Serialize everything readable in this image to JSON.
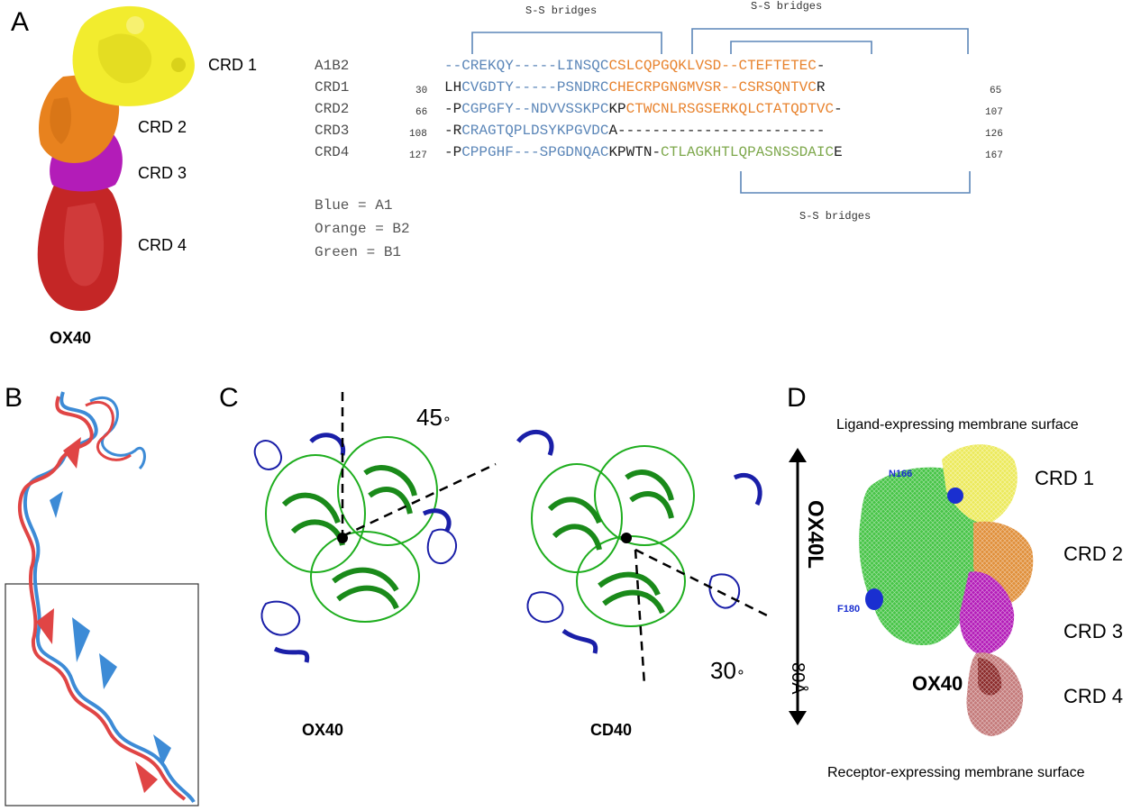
{
  "panels": {
    "a": "A",
    "b": "B",
    "c": "C",
    "d": "D"
  },
  "panel_a": {
    "crd_labels": [
      "CRD 1",
      "CRD 2",
      "CRD 3",
      "CRD 4"
    ],
    "protein_label": "OX40",
    "bridge_labels": [
      "S-S bridges",
      "S-S bridges",
      "S-S bridges"
    ],
    "rows": [
      {
        "label": "A1B2",
        "num_left": "",
        "blue": "--CREKQY-----LINSQC",
        "black1": "",
        "orange": "CSLCQPGQKLVSD--CTEFTETEC",
        "black2": "-",
        "num_right": ""
      },
      {
        "label": "CRD1",
        "num_left": "30",
        "blue": "CVGDTY-----PSNDRC",
        "prefix": "LH",
        "black1": "",
        "orange": "CHECRPGNGMVSR--CSRSQNTVC",
        "black2": "R",
        "num_right": "65"
      },
      {
        "label": "CRD2",
        "num_left": "66",
        "blue": "CGPGFY--NDVVSSKPC",
        "prefix": "-P",
        "black1": "KP",
        "orange": "CTWCNLRSGSERKQLCTATQDTVC",
        "black2": "-",
        "num_right": "107"
      },
      {
        "label": "CRD3",
        "num_left": "108",
        "blue": "CRAGTQPLDSYKPGVDC",
        "prefix": "-R",
        "black1": "A------------------------",
        "orange": "",
        "black2": "",
        "num_right": "126"
      },
      {
        "label": "CRD4",
        "num_left": "127",
        "blue": "CPPGHF---SPGDNQAC",
        "prefix": "-P",
        "black1": "KPWTN-",
        "green": "CTLAGKHTLQPASNSSDAIC",
        "black2": "E",
        "num_right": "167"
      }
    ],
    "legend": [
      "Blue = A1",
      "Orange = B2",
      "Green = B1"
    ]
  },
  "panel_c": {
    "angle_left": "45",
    "angle_right": "30",
    "label_left": "OX40",
    "label_right": "CD40"
  },
  "panel_d": {
    "top_text": "Ligand-expressing membrane surface",
    "bottom_text": "Receptor-expressing membrane surface",
    "ligand_label": "OX40L",
    "receptor_label": "OX40",
    "distance": "80Å",
    "residues": [
      "N166",
      "F180"
    ],
    "crd_labels": [
      "CRD 1",
      "CRD 2",
      "CRD 3",
      "CRD 4"
    ]
  },
  "colors": {
    "crd1": "#f2ec2e",
    "crd2": "#e8821e",
    "crd3": "#b31cb8",
    "crd4": "#c42626",
    "ribbon_red": "#e04545",
    "ribbon_blue": "#3d8bd6",
    "trimer_green": "#1fae1f",
    "trimer_blue": "#1a1fa8",
    "seq_blue": "#5b86b8",
    "seq_orange": "#e8832e",
    "seq_green": "#7ea84c"
  }
}
